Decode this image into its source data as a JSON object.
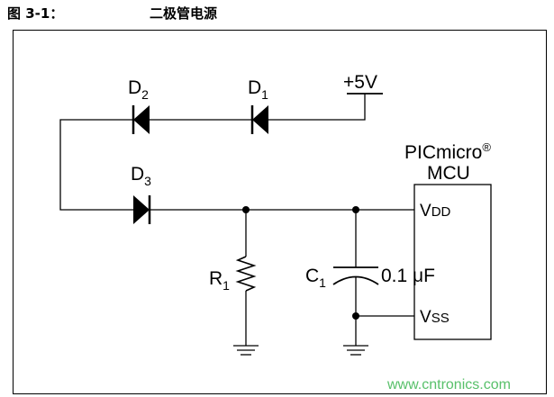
{
  "caption": {
    "figure_number": "图 3-1：",
    "title": "二极管电源"
  },
  "labels": {
    "supply": "+5V",
    "d1": {
      "letter": "D",
      "sub": "1"
    },
    "d2": {
      "letter": "D",
      "sub": "2"
    },
    "d3": {
      "letter": "D",
      "sub": "3"
    },
    "resistor": {
      "letter": "R",
      "sub": "1"
    },
    "capacitor": {
      "letter": "C",
      "sub": "1"
    },
    "cap_value": "0.1 μF",
    "mcu_line1": "PICmicro",
    "mcu_reg": "®",
    "mcu_line2": "MCU",
    "vdd": {
      "v": "V",
      "rest": "DD"
    },
    "vss": {
      "v": "V",
      "rest": "SS"
    }
  },
  "watermark": "www.cntronics.com",
  "colors": {
    "line": "#000000",
    "watermark": "#58c06a"
  }
}
